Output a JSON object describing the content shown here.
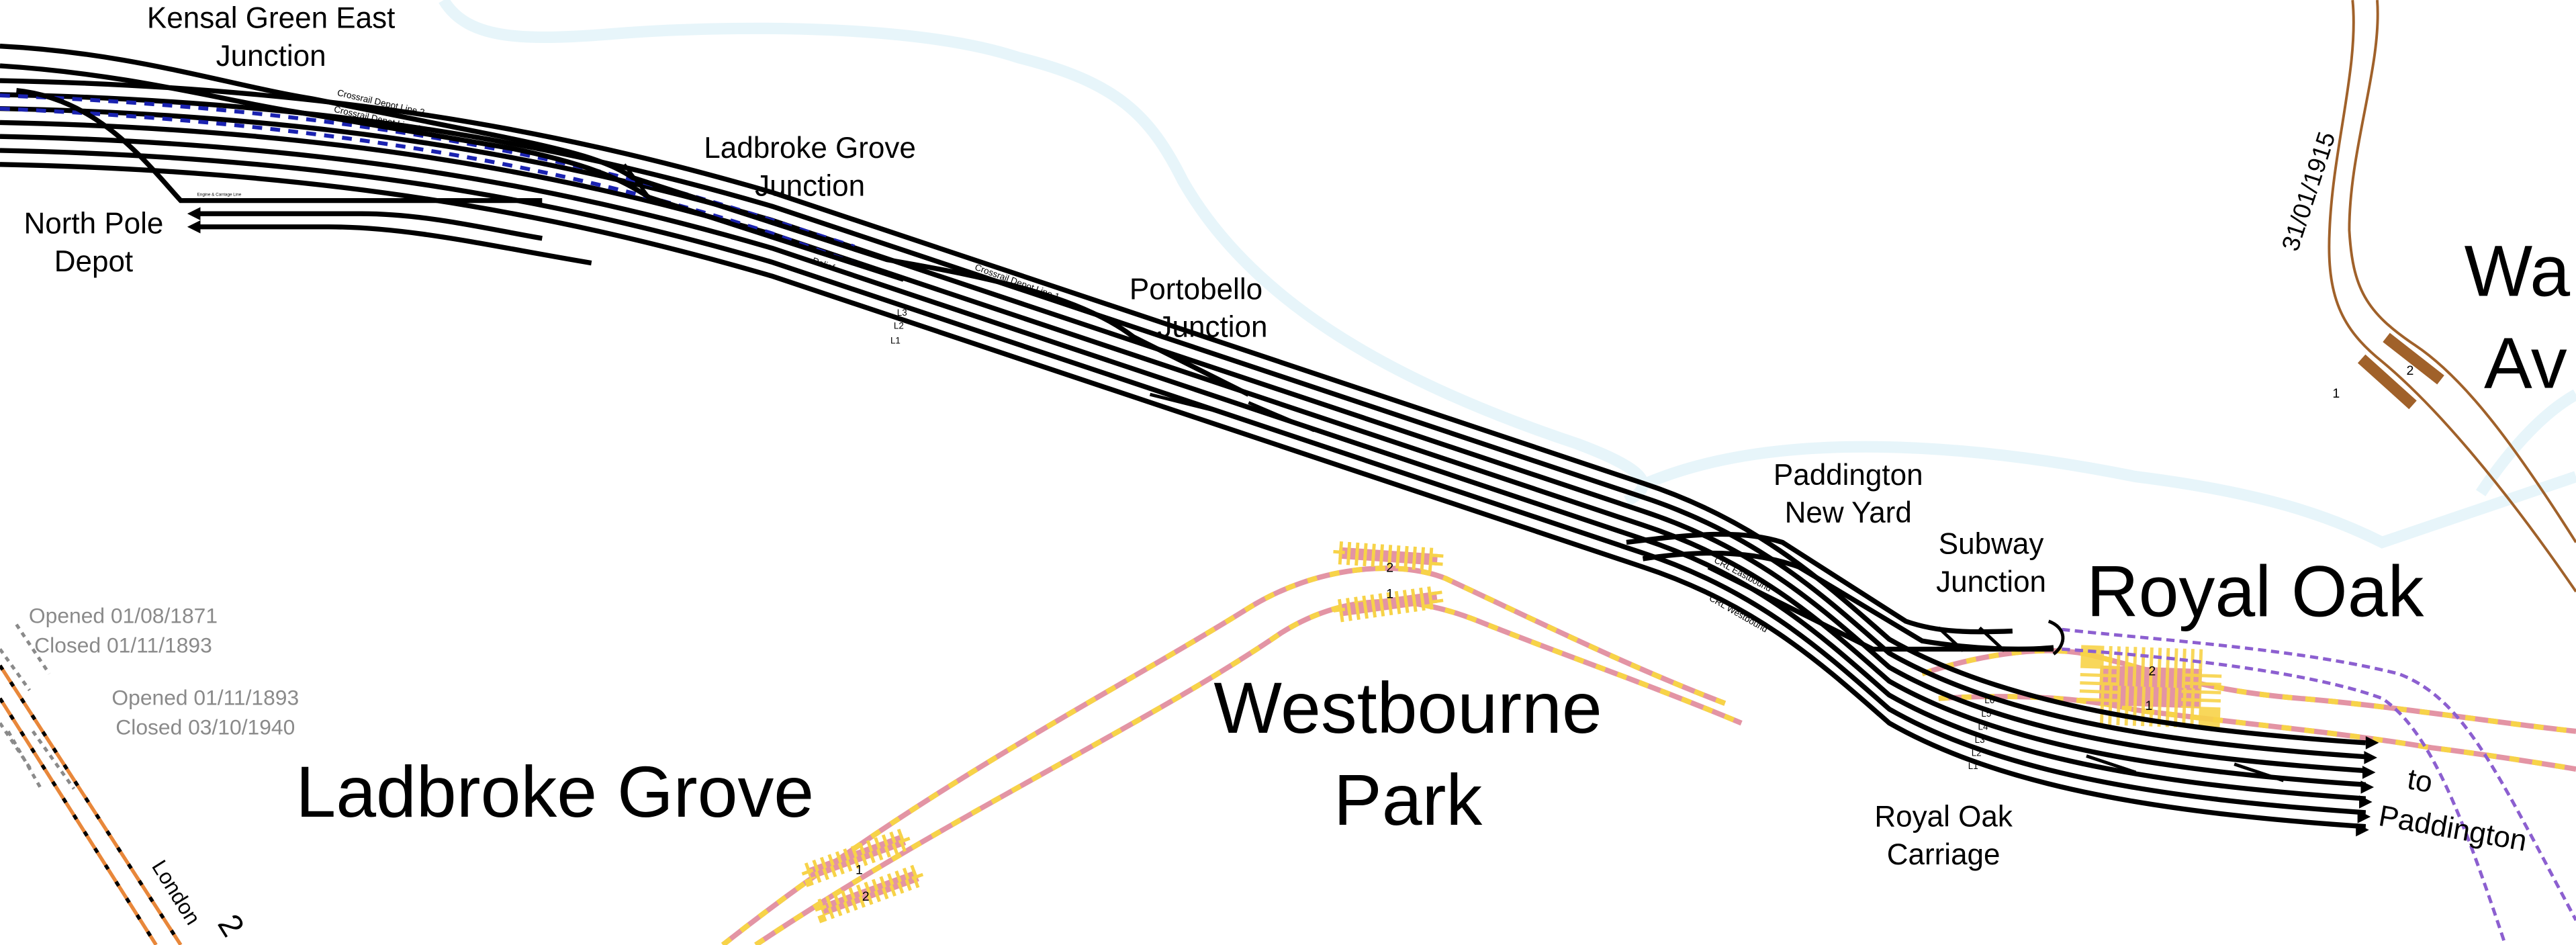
{
  "map": {
    "stations": {
      "ladbroke_grove": "Ladbroke Grove",
      "westbourne_park_1": "Westbourne",
      "westbourne_park_2": "Park",
      "royal_oak": "Royal Oak",
      "warwick_avenue_1": "Wa",
      "warwick_avenue_2": "Av"
    },
    "junctions": {
      "kensal_1": "Kensal Green East",
      "kensal_2": "Junction",
      "ladbroke_1": "Ladbroke Grove",
      "ladbroke_2": "Junction",
      "northpole_1": "North Pole",
      "northpole_2": "Depot",
      "portobello_1": "Portobello",
      "portobello_2": "Junction",
      "newyard_1": "Paddington",
      "newyard_2": "New Yard",
      "subway_1": "Subway",
      "subway_2": "Junction",
      "carriage_1": "Royal Oak",
      "carriage_2": "Carriage",
      "to_1": "to",
      "to_2": "Paddington"
    },
    "track_labels": {
      "cdl2": "Crossrail Depot Line 2",
      "cdl1": "Crossrail Depot Line 1",
      "engine": "Engine & Carriage Line",
      "relief": "Relief",
      "cdl1b": "Crossrail Depot Line 1",
      "l3": "L3",
      "l2": "L2",
      "l1": "L1",
      "crl_east": "CRL Eastbound",
      "crl_west": "CRL Westbound",
      "r_l6": "L6",
      "r_l5": "L5",
      "r_l4": "L4",
      "r_l3": "L3",
      "r_l2": "L2",
      "r_l1": "L1"
    },
    "history": {
      "a1": "Opened 01/08/1871",
      "a2": "Closed 01/11/1893",
      "b1": "Opened 01/11/1893",
      "b2": "Closed 03/10/1940",
      "date_1915": "31/01/1915",
      "london": "London",
      "cut_num": "2"
    },
    "platforms": {
      "wp2": "2",
      "wp1": "1",
      "lg1": "1",
      "lg2": "2",
      "ro2": "2",
      "ro1": "1",
      "wa1": "1",
      "wa2": "2"
    },
    "colors": {
      "track": "#000000",
      "crossrail_depot": "#1a22b0",
      "hammersmith_city": "#e394a4",
      "circle": "#f7d348",
      "elizabeth": "#8c5fd0",
      "bakerloo": "#a0612a",
      "overground": "#e8873a",
      "water": "#e7f5fa"
    }
  }
}
